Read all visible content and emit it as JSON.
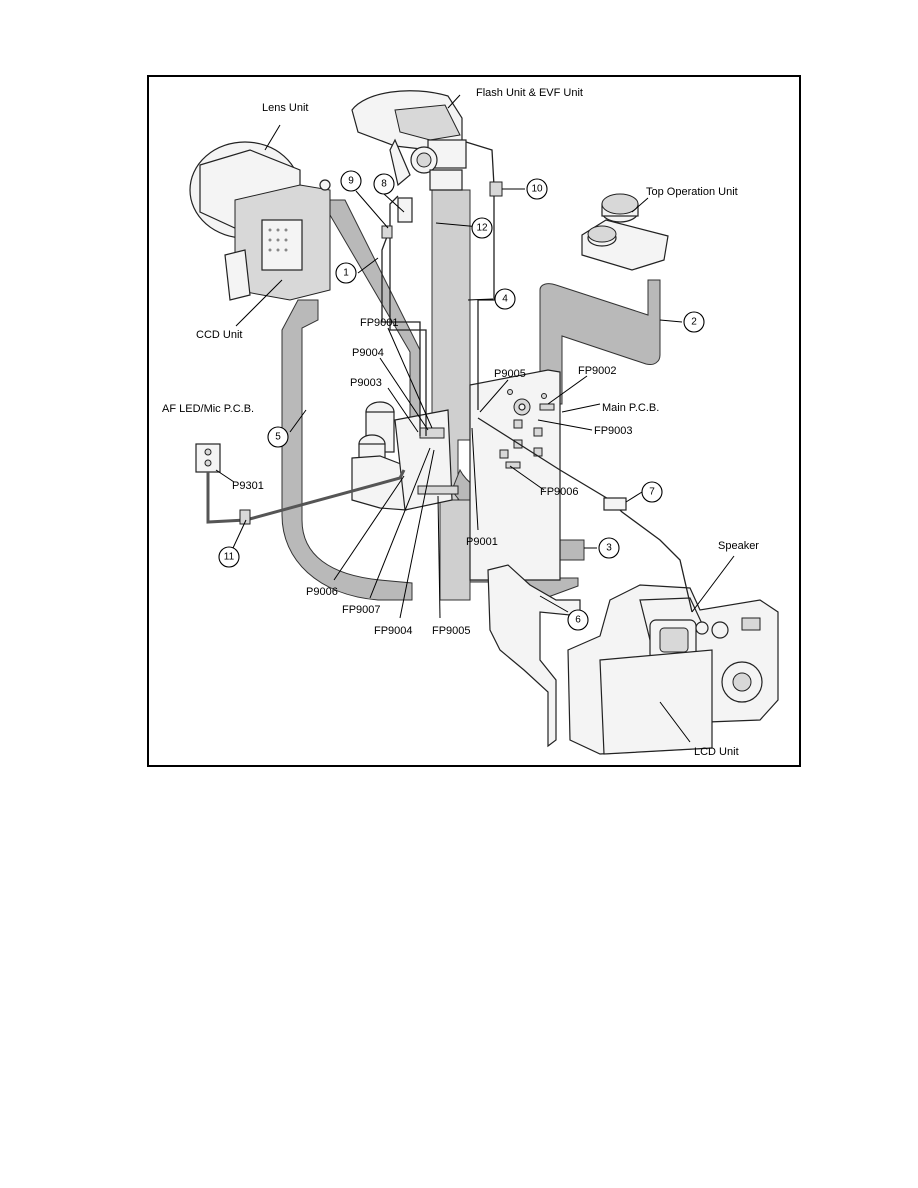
{
  "diagram": {
    "units": {
      "lens_unit": "Lens Unit",
      "flash_evf_unit": "Flash Unit & EVF Unit",
      "top_operation_unit": "Top Operation Unit",
      "ccd_unit": "CCD Unit",
      "af_led_mic_pcb": "AF LED/Mic P.C.B.",
      "main_pcb": "Main P.C.B.",
      "speaker": "Speaker",
      "lcd_unit": "LCD Unit"
    },
    "connectors": {
      "fp9001": "FP9001",
      "p9004": "P9004",
      "p9003": "P9003",
      "p9005": "P9005",
      "fp9002": "FP9002",
      "fp9003": "FP9003",
      "fp9006": "FP9006",
      "p9301": "P9301",
      "p9001": "P9001",
      "p9006": "P9006",
      "fp9007": "FP9007",
      "fp9004": "FP9004",
      "fp9005": "FP9005"
    },
    "callouts": {
      "c1": "1",
      "c2": "2",
      "c3": "3",
      "c4": "4",
      "c5": "5",
      "c6": "6",
      "c7": "7",
      "c8": "8",
      "c9": "9",
      "c10": "10",
      "c11": "11",
      "c12": "12"
    }
  }
}
